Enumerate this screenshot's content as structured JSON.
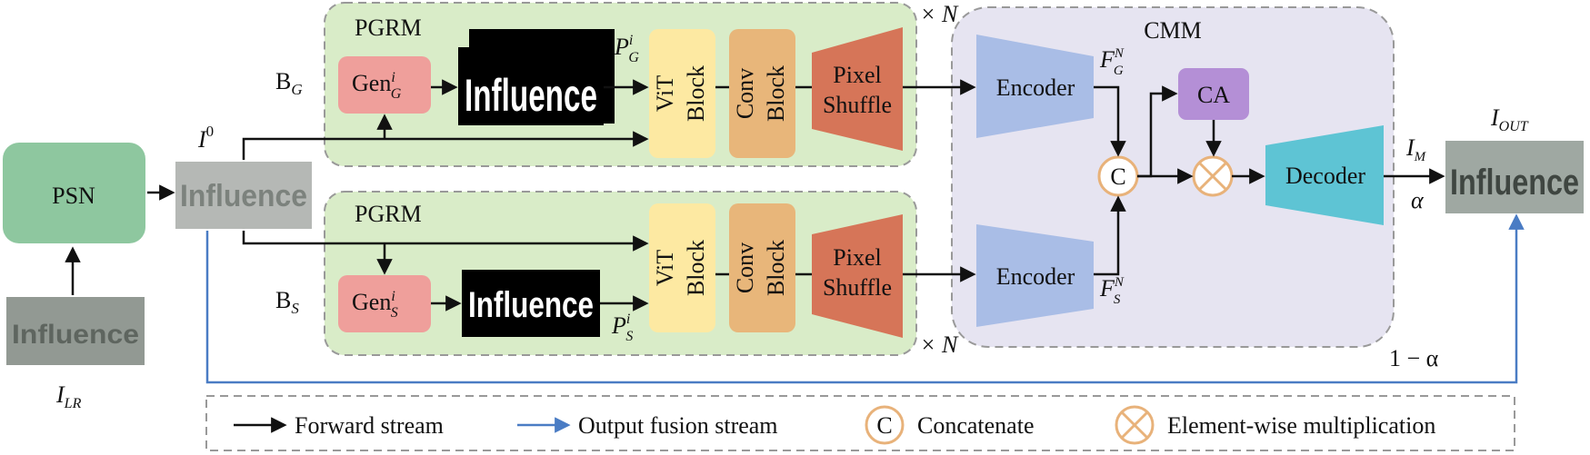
{
  "diagram": {
    "psn": {
      "label": "PSN",
      "color": "#8ec79f"
    },
    "input": {
      "lr_label_main": "I",
      "lr_label_sub": "LR",
      "lr_image_text": "Influence",
      "i0_label_main": "I",
      "i0_label_sup": "0",
      "i0_image_text": "Influence"
    },
    "pgrm_top": {
      "title": "PGRM",
      "branch_main": "B",
      "branch_sub": "G",
      "gen_main": "Gen",
      "gen_sup": "i",
      "gen_sub": "G",
      "prior_main": "P",
      "prior_sup": "i",
      "prior_sub": "G",
      "prior_image_text": "Influence",
      "vit": [
        "ViT",
        "Block"
      ],
      "conv": [
        "Conv",
        "Block"
      ],
      "pixel": [
        "Pixel",
        "Shuffle"
      ],
      "repeat": "× N"
    },
    "pgrm_bottom": {
      "title": "PGRM",
      "branch_main": "B",
      "branch_sub": "S",
      "gen_main": "Gen",
      "gen_sup": "i",
      "gen_sub": "S",
      "prior_main": "P",
      "prior_sup": "i",
      "prior_sub": "S",
      "prior_image_text": "Influence",
      "vit": [
        "ViT",
        "Block"
      ],
      "conv": [
        "Conv",
        "Block"
      ],
      "pixel": [
        "Pixel",
        "Shuffle"
      ],
      "repeat": "× N"
    },
    "cmm": {
      "title": "CMM",
      "encoder_top": "Encoder",
      "encoder_bottom": "Encoder",
      "feat_top_main": "F",
      "feat_top_sup": "N",
      "feat_top_sub": "G",
      "feat_bottom_main": "F",
      "feat_bottom_sup": "N",
      "feat_bottom_sub": "S",
      "ca": "CA",
      "concat_symbol": "C",
      "decoder": "Decoder"
    },
    "output": {
      "im_main": "I",
      "im_sub": "M",
      "alpha": "α",
      "one_minus_alpha": "1 − α",
      "out_main": "I",
      "out_sub": "OUT",
      "out_image_text": "Influence"
    },
    "legend": {
      "forward": "Forward stream",
      "fusion": "Output fusion stream",
      "concat_symbol": "C",
      "concat": "Concatenate",
      "multiply": "Element-wise multiplication"
    },
    "colors": {
      "pgrm_bg": "#d9ecc8",
      "cmm_bg": "#e6e4f1",
      "gen": "#ef9f9b",
      "vit": "#fde9a2",
      "conv": "#e8b67a",
      "pixel": "#d67558",
      "encoder": "#a9bde6",
      "ca": "#b48fd6",
      "decoder": "#5ec4d4",
      "ring": "#e8b27a",
      "fusion_arrow": "#4a7cc4",
      "dash": "#999999"
    }
  }
}
